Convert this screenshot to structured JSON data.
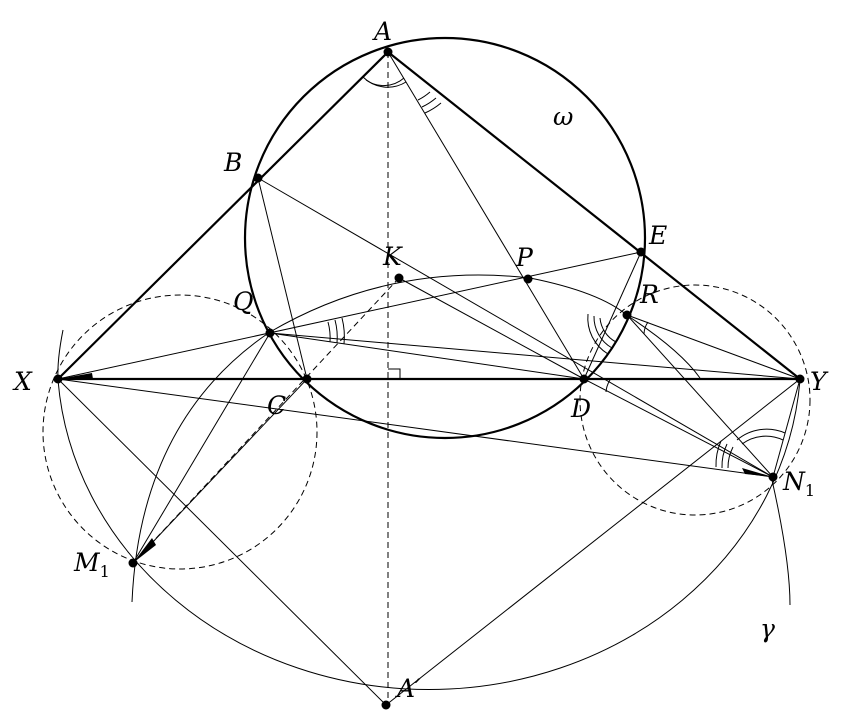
{
  "labels": {
    "A": "A",
    "B": "B",
    "C": "C",
    "D": "D",
    "E": "E",
    "K": "K",
    "P": "P",
    "Q": "Q",
    "R": "R",
    "X": "X",
    "Y": "Y",
    "M1": "M",
    "M1_sub": "1",
    "N1": "N",
    "N1_sub": "1",
    "A_prime": "A′",
    "omega": "ω",
    "gamma": "γ"
  }
}
